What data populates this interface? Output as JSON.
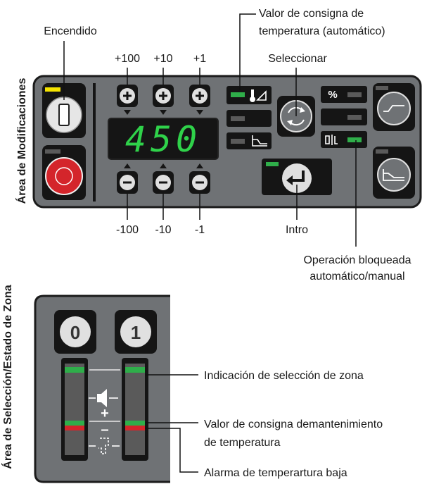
{
  "mod_area": {
    "side_label": "Área de Modificaciones",
    "display_value": "450",
    "labels": {
      "power": "Encendido",
      "plus100": "+100",
      "plus10": "+10",
      "plus1": "+1",
      "minus100": "-100",
      "minus10": "-10",
      "minus1": "-1",
      "setpoint_line1": "Valor de consigna de",
      "setpoint_line2": "temperatura (automático)",
      "select": "Seleccionar",
      "enter": "Intro",
      "lock_line1": "Operación bloqueada",
      "lock_line2": "automático/manual"
    },
    "percent_label": "%"
  },
  "zone_area": {
    "side_label": "Área de Selección/Estado de Zona",
    "buttons": [
      "0",
      "1"
    ],
    "labels": {
      "zone_select": "Indicación de selección de zona",
      "maint_line1": "Valor de consigna demantenimiento",
      "maint_line2": "de temperatura",
      "low_alarm": "Alarma de temperartura baja"
    },
    "symbols": {
      "plus": "+",
      "minus": "–"
    }
  },
  "colors": {
    "panel": "#6f7275",
    "panel_border": "#1b1b1b",
    "button": "#151515",
    "led_green": "#2fae4a",
    "led_off": "#5a5a5a",
    "led_yellow": "#f5e400",
    "led_red": "#d4252b",
    "lcd_green": "#2fd24a"
  }
}
